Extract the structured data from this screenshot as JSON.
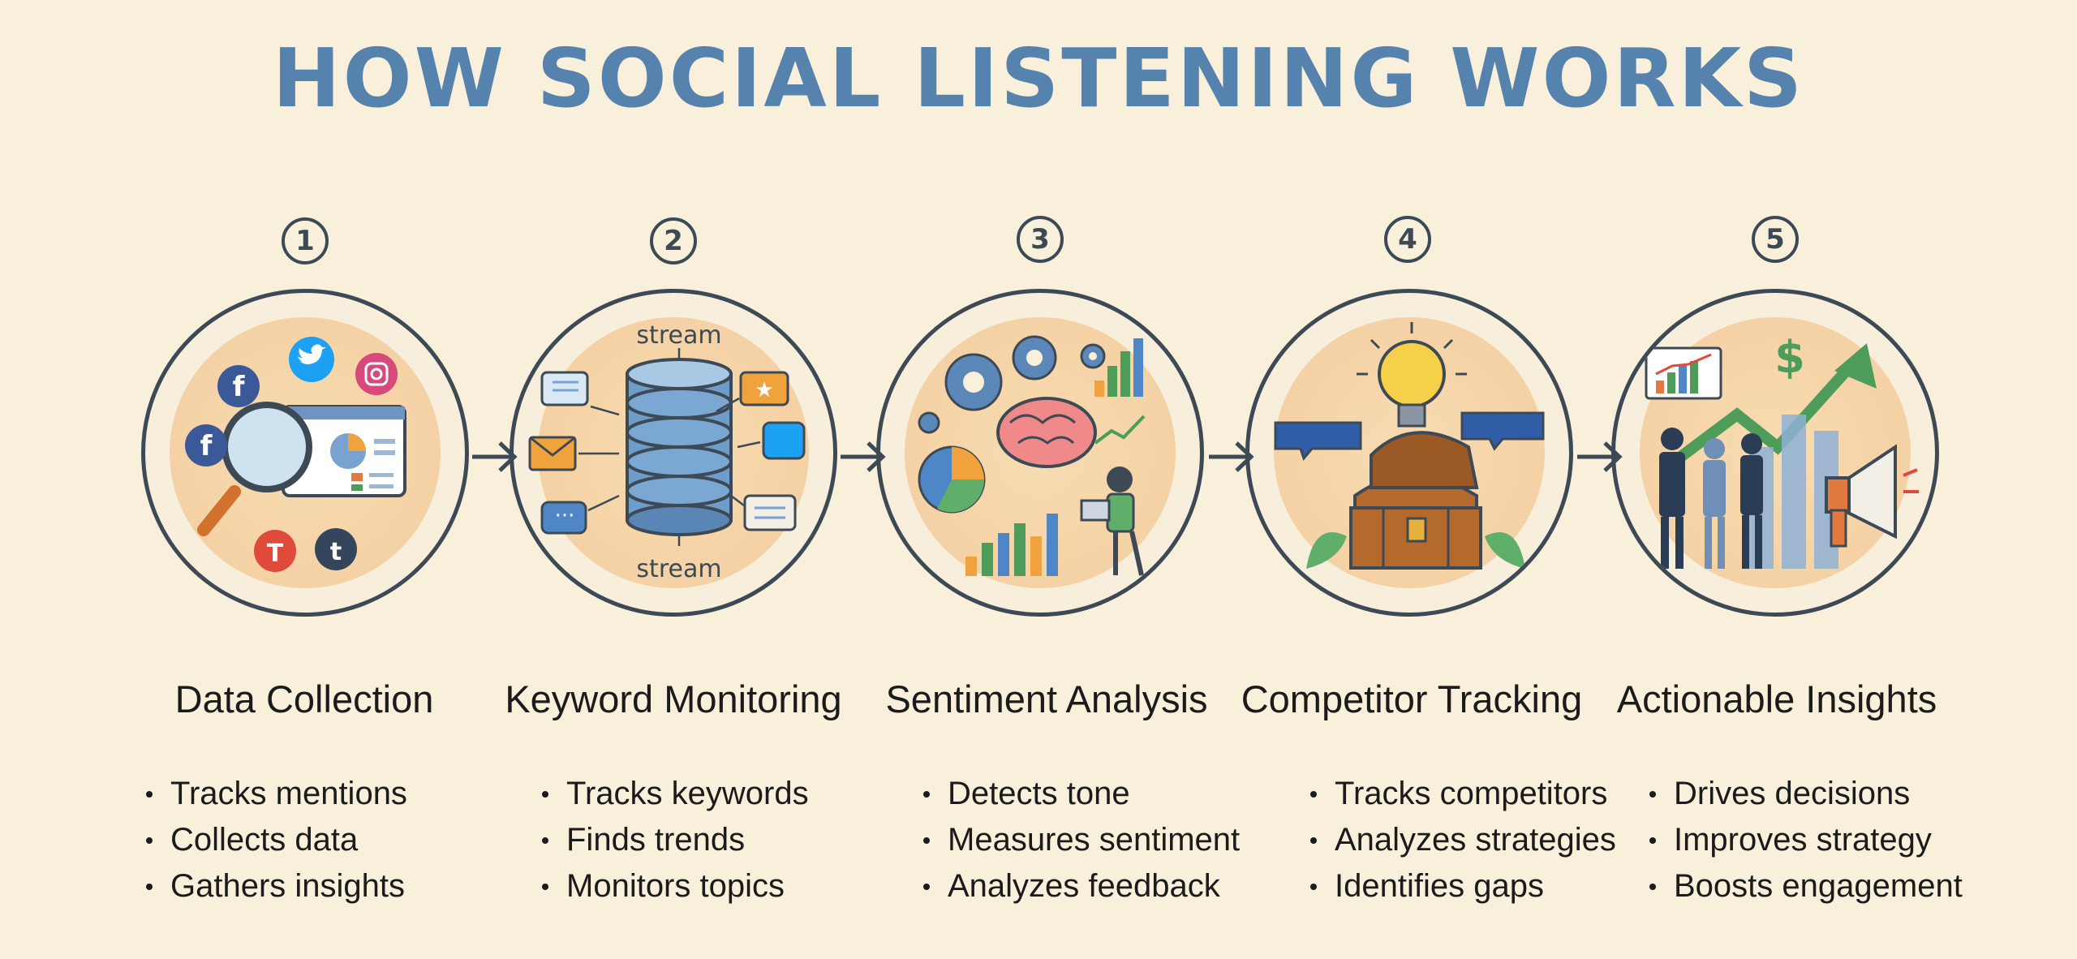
{
  "title": "HOW SOCIAL LISTENING WORKS",
  "colors": {
    "title": "#5683ad",
    "outline": "#3d4a55",
    "background": "#f9f0dc",
    "halo": "#f5d3a6"
  },
  "steps": [
    {
      "number": "1",
      "title": "Data Collection",
      "icon": "magnifier-social-icons",
      "bullets": [
        "Tracks mentions",
        "Collects data",
        "Gathers insights"
      ]
    },
    {
      "number": "2",
      "title": "Keyword Monitoring",
      "icon": "database-stream-icon",
      "labels": [
        "stream",
        "stream"
      ],
      "bullets": [
        "Tracks keywords",
        "Finds trends",
        "Monitors topics"
      ]
    },
    {
      "number": "3",
      "title": "Sentiment Analysis",
      "icon": "brain-gears-charts-icon",
      "bullets": [
        "Detects tone",
        "Measures sentiment",
        "Analyzes feedback"
      ]
    },
    {
      "number": "4",
      "title": "Competitor Tracking",
      "icon": "lightbulb-treasure-chest-icon",
      "bullets": [
        "Tracks competitors",
        "Analyzes strategies",
        "Identifies gaps"
      ]
    },
    {
      "number": "5",
      "title": "Actionable Insights",
      "icon": "team-growth-megaphone-icon",
      "bullets": [
        "Drives decisions",
        "Improves strategy",
        "Boosts engagement"
      ]
    }
  ]
}
